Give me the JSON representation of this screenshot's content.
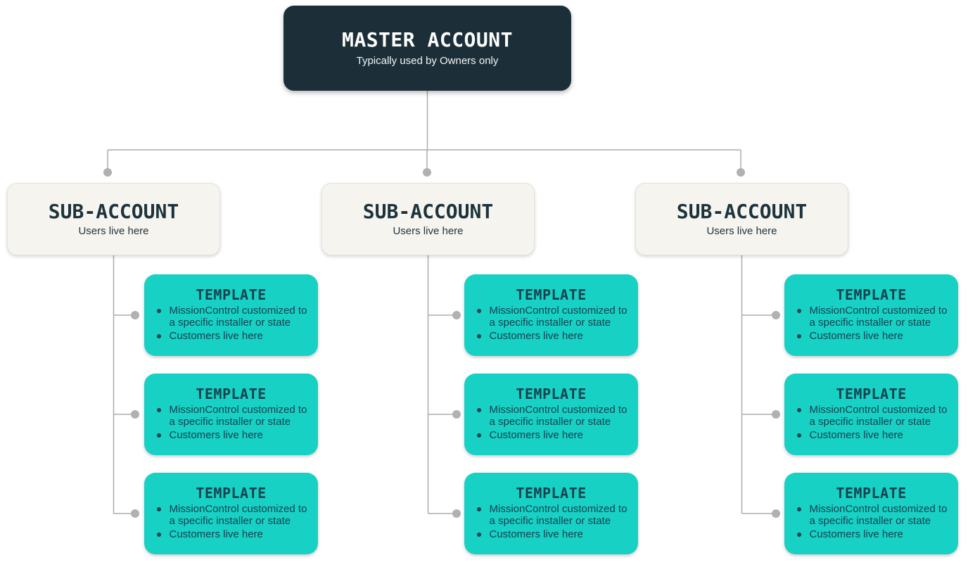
{
  "master": {
    "title": "MASTER ACCOUNT",
    "subtitle": "Typically used by Owners only"
  },
  "sub_account": {
    "title": "SUB-ACCOUNT",
    "subtitle": "Users live here"
  },
  "template": {
    "title": "TEMPLATE",
    "bullets": [
      "MissionControl customized to a specific installer or state",
      "Customers live here"
    ]
  },
  "structure": {
    "sub_account_count": 3,
    "templates_per_sub_account": 3
  },
  "colors": {
    "master_bg": "#1C2F38",
    "master_text": "#FFFFFF",
    "sub_account_bg": "#F6F4EF",
    "sub_account_border": "#E5E2D9",
    "sub_account_text": "#1C333C",
    "template_bg": "#18D1C5",
    "template_text": "#14424E",
    "connector_line": "#AEACAA",
    "connector_dot": "#B3B0AE"
  }
}
